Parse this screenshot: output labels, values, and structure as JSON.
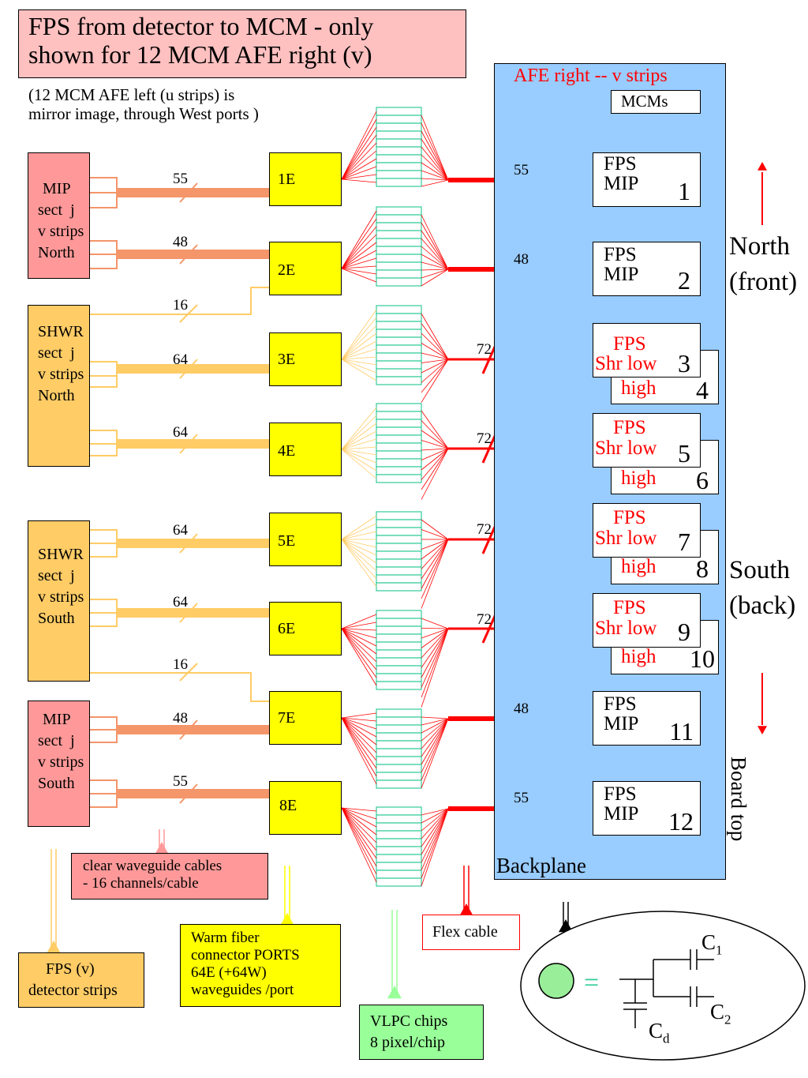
{
  "title": {
    "line1": "FPS from detector to MCM - only",
    "line2": "shown for 12 MCM AFE right (v)"
  },
  "note": {
    "line1": "(12 MCM AFE left (u strips) is",
    "line2": "mirror image, through West ports )"
  },
  "backplane": {
    "header": "AFE right -- v strips",
    "mcms_label": "MCMs",
    "footer": "Backplane"
  },
  "detectors": [
    {
      "lines": [
        "MIP",
        "sect  j",
        "v strips",
        "North"
      ]
    },
    {
      "lines": [
        "SHWR",
        "sect  j",
        "v strips",
        "North"
      ]
    },
    {
      "lines": [
        "SHWR",
        "sect  j",
        "v strips",
        "South"
      ]
    },
    {
      "lines": [
        "MIP",
        "sect  j",
        "v strips",
        "South"
      ]
    }
  ],
  "cables": [
    {
      "count": "55"
    },
    {
      "count": "48"
    },
    {
      "count": "16"
    },
    {
      "count": "64"
    },
    {
      "count": "64"
    },
    {
      "count": "64"
    },
    {
      "count": "64"
    },
    {
      "count": "16"
    },
    {
      "count": "48"
    },
    {
      "count": "55"
    }
  ],
  "ports": [
    "1E",
    "2E",
    "3E",
    "4E",
    "5E",
    "6E",
    "7E",
    "8E"
  ],
  "flex_counts": [
    "55",
    "48",
    "72",
    "72",
    "72",
    "72",
    "48",
    "55"
  ],
  "mip_mcms": [
    {
      "line1": "FPS",
      "line2": "MIP",
      "num": "1"
    },
    {
      "line1": "FPS",
      "line2": "MIP",
      "num": "2"
    },
    {
      "line1": "FPS",
      "line2": "MIP",
      "num": "11"
    },
    {
      "line1": "FPS",
      "line2": "MIP",
      "num": "12"
    }
  ],
  "shr_mcms": [
    {
      "line1": "FPS",
      "line2": "Shr low",
      "num": "3",
      "high": "high",
      "num2": "4"
    },
    {
      "line1": "FPS",
      "line2": "Shr low",
      "num": "5",
      "high": "high",
      "num2": "6"
    },
    {
      "line1": "FPS",
      "line2": "Shr low",
      "num": "7",
      "high": "high",
      "num2": "8"
    },
    {
      "line1": "FPS",
      "line2": "Shr low",
      "num": "9",
      "high": "high",
      "num2": "10"
    }
  ],
  "orientation": {
    "north1": "North",
    "north2": "(front)",
    "south1": "South",
    "south2": "(back)",
    "board_top": "Board top"
  },
  "labels": {
    "waveguide": {
      "line1": "clear waveguide cables",
      "line2": "- 16 channels/cable"
    },
    "warm_fiber": {
      "line1": "Warm fiber",
      "line2": "connector PORTS",
      "line3": "64E (+64W)",
      "line4": "waveguides /port"
    },
    "detector_strips": {
      "line1": "FPS (v)",
      "line2": "detector strips"
    },
    "vlpc": {
      "line1": "VLPC chips",
      "line2": "8 pixel/chip"
    },
    "flex": "Flex cable"
  },
  "capacitor": {
    "eq": "=",
    "c1": "C",
    "c1_sub": "1",
    "c2": "C",
    "c2_sub": "2",
    "cd": "C",
    "cd_sub": "d"
  },
  "colors": {
    "title_bg": "#ffc0c0",
    "backplane": "#99ccff",
    "port": "#ffff00",
    "mip": "#ff9999",
    "shwr": "#ffcc66",
    "vlpc": "#33cc99",
    "red": "#ff0000",
    "salmon": "#f4956a",
    "orange": "#ffcc66",
    "waveguide_box": "#ff9999",
    "vlpc_box": "#99ff99",
    "node": "#99ee99"
  }
}
